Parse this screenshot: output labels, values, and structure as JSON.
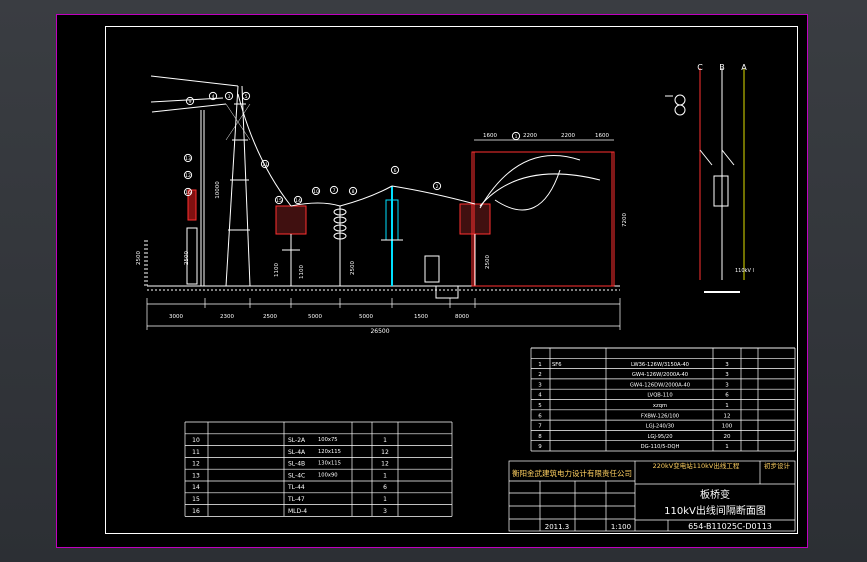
{
  "dimensions": {
    "bottom_row": [
      "3000",
      "2300",
      "2500",
      "5000",
      "5000",
      "1500",
      "8000"
    ],
    "total_width": "26500",
    "vertical_labels": [
      "2500",
      "2500",
      "10000",
      "1100",
      "1100",
      "2500",
      "2500",
      "7200"
    ],
    "top_gantry": [
      "1600",
      "2200",
      "2200",
      "1600"
    ]
  },
  "phase_labels": [
    "C",
    "B",
    "A"
  ],
  "side_view_label": "110kV I",
  "callout_numbers": [
    "9",
    "4",
    "3",
    "5",
    "11",
    "13",
    "12",
    "16",
    "15",
    "14",
    "10",
    "7",
    "8",
    "6",
    "2",
    "1"
  ],
  "main_table": {
    "rows": [
      {
        "no": "1",
        "model": "LW36-126W/3150A-40",
        "qty": "3"
      },
      {
        "no": "2",
        "model": "GW4-126W/2000A-40",
        "qty": "3"
      },
      {
        "no": "3",
        "model": "GW4-126DW/2000A-40",
        "qty": "3"
      },
      {
        "no": "4",
        "model": "LVQB-110",
        "qty": "6"
      },
      {
        "no": "5",
        "model": "xzqm",
        "qty": "1"
      },
      {
        "no": "6",
        "model": "FXBW-126/100",
        "qty": "12"
      },
      {
        "no": "7",
        "model": "LGJ-240/30",
        "qty": "100"
      },
      {
        "no": "8",
        "model": "LGJ-95/20",
        "qty": "20"
      },
      {
        "no": "9",
        "model": "DG-110/5-DQH",
        "qty": "1"
      }
    ],
    "name_labels": [
      "SF6",
      "",
      "",
      "",
      "",
      "",
      "",
      "",
      ""
    ],
    "remark_labels": [
      "",
      "",
      "",
      "",
      "",
      "",
      "",
      "",
      ""
    ]
  },
  "parts_table": {
    "rows": [
      {
        "no": "10",
        "name": "",
        "model": "SL-2A",
        "size": "100x75",
        "qty": "1"
      },
      {
        "no": "11",
        "name": "",
        "model": "SL-4A",
        "size": "120x115",
        "qty": "12"
      },
      {
        "no": "12",
        "name": "",
        "model": "SL-4B",
        "size": "130x115",
        "qty": "12"
      },
      {
        "no": "13",
        "name": "",
        "model": "SL-4C",
        "size": "100x90",
        "qty": "1"
      },
      {
        "no": "14",
        "name": "",
        "model": "TL-44",
        "qty": "6"
      },
      {
        "no": "15",
        "name": "",
        "model": "TL-47",
        "qty": "1"
      },
      {
        "no": "16",
        "name": "",
        "model": "MLD-4",
        "qty": "3"
      }
    ]
  },
  "title_block": {
    "company": "衡阳金武建筑电力设计有限责任公司",
    "project": "220kV变电站110kV出线工程",
    "stage": "初步设计",
    "drawing_title": "板桥变",
    "drawing_subtitle": "110kV出线间隔断面图",
    "date": "2011.3",
    "scale": "1:100",
    "drawing_number": "654-B11025C-D0113"
  }
}
